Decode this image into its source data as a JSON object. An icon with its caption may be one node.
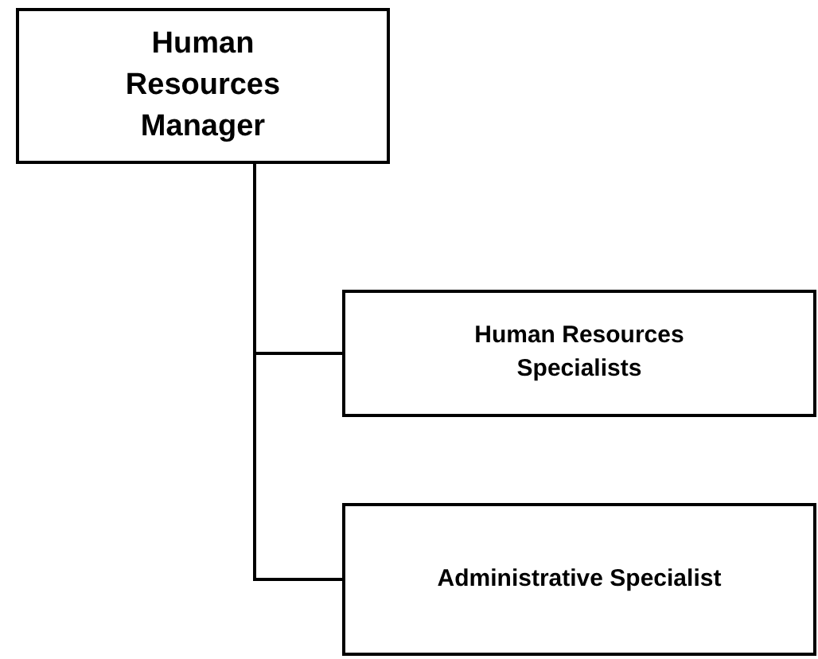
{
  "diagram": {
    "nodes": [
      {
        "text": [
          "Human Resources Manager"
        ]
      },
      {
        "text": [
          "Human Resources Specialists"
        ]
      },
      {
        "text": [
          "Administrative Specialist"
        ]
      }
    ],
    "edges": [
      {
        "from": 0,
        "to": 1,
        "arrow": "none"
      },
      {
        "from": 0,
        "to": 2,
        "arrow": "none"
      }
    ]
  }
}
